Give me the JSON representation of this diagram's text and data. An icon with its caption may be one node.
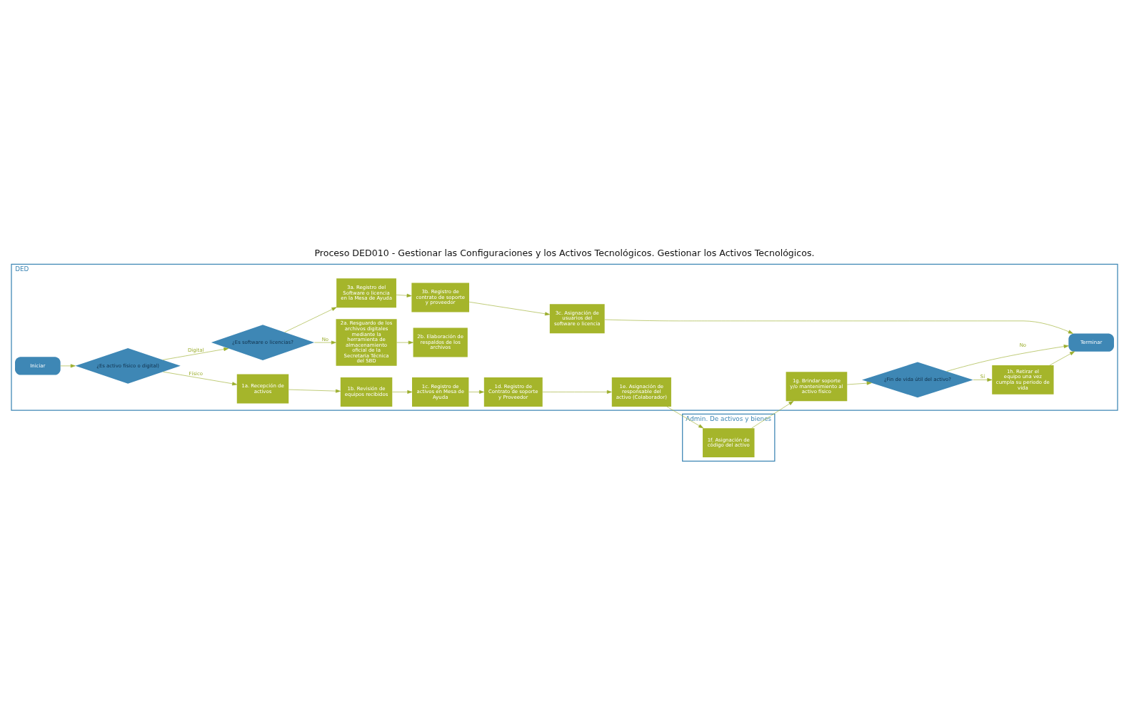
{
  "diagram": {
    "title": "Proceso DED010 - Gestionar las Configuraciones y los Activos Tecnológicos. Gestionar los Activos Tecnológicos.",
    "nodes": [
      {
        "text": [
          "DED"
        ]
      },
      {
        "text": [
          "Iniciar"
        ],
        "in": 0
      },
      {
        "text": [
          "¿Es activo físico o digital)"
        ],
        "in": 0
      },
      {
        "text": [
          "1a. Recepción de activos"
        ],
        "in": 0
      },
      {
        "text": [
          "1b. Revisión de equipos recibidos"
        ],
        "in": 0
      },
      {
        "text": [
          "1c. Registro de activos en Mesa de Ayuda"
        ],
        "in": 0
      },
      {
        "text": [
          "1d. Registro de Contrato de soporte y Proveedor"
        ],
        "in": 0
      },
      {
        "text": [
          "1e. Asignación de responsable del activo (Colaborador)"
        ],
        "in": 0
      },
      {
        "text": [
          "1g. Brindar soporte y/o mantenimiento al activo físico"
        ],
        "in": 0
      },
      {
        "text": [
          "¿Fin de vida útil del activo?"
        ],
        "in": 0
      },
      {
        "text": [
          "1h. Retirar el equipo una vez cumpla su periodo de vida"
        ],
        "in": 0
      },
      {
        "text": [
          "Terminar"
        ],
        "in": 0
      },
      {
        "text": [
          "2a. Resguardo de los archivos digitales mediante la herramienta de almacenamiento oficial de la Secretaria Técnica del SBD"
        ],
        "in": 0
      },
      {
        "text": [
          "2b. Elaboración de respaldos de los archivos"
        ],
        "in": 0
      },
      {
        "text": [
          "¿Es software o licencias?"
        ],
        "in": 0
      },
      {
        "text": [
          "3a. Registro del Software o licencia en la Mesa de Ayuda"
        ],
        "in": 0
      },
      {
        "text": [
          "3b. Registro de contrato de soporte y proveedor"
        ],
        "in": 0
      },
      {
        "text": [
          "3c. Asignación de usuarios del software o licencia"
        ],
        "in": 0
      },
      {
        "text": [
          "Admin. De activos y bienes"
        ]
      },
      {
        "text": [
          "1f. Asignación de código del activo"
        ],
        "in": 18
      }
    ],
    "edges": [
      {
        "from": 1,
        "to": 2,
        "arrow": "to"
      },
      {
        "from": 2,
        "to": 3,
        "arrow": "to",
        "label": "Físico"
      },
      {
        "from": 3,
        "to": 4,
        "arrow": "to"
      },
      {
        "from": 4,
        "to": 5,
        "arrow": "to"
      },
      {
        "from": 5,
        "to": 6,
        "arrow": "to"
      },
      {
        "from": 6,
        "to": 7,
        "arrow": "to"
      },
      {
        "from": 7,
        "to": 19,
        "arrow": "to"
      },
      {
        "from": 19,
        "to": 8,
        "arrow": "to"
      },
      {
        "from": 8,
        "to": 9,
        "arrow": "to"
      },
      {
        "from": 9,
        "to": 10,
        "arrow": "to",
        "label": "Sí"
      },
      {
        "from": 9,
        "to": 11,
        "arrow": "to",
        "label": "No"
      },
      {
        "from": 10,
        "to": 11,
        "arrow": "to"
      },
      {
        "from": 2,
        "to": 14,
        "arrow": "to",
        "label": "Digital"
      },
      {
        "from": 14,
        "to": 12,
        "arrow": "to",
        "label": "No"
      },
      {
        "from": 12,
        "to": 13,
        "arrow": "to"
      },
      {
        "from": 14,
        "to": 15,
        "arrow": "to"
      },
      {
        "from": 15,
        "to": 16,
        "arrow": "to"
      },
      {
        "from": 16,
        "to": 17,
        "arrow": "to"
      },
      {
        "from": 17,
        "to": 11,
        "arrow": "to"
      }
    ]
  }
}
